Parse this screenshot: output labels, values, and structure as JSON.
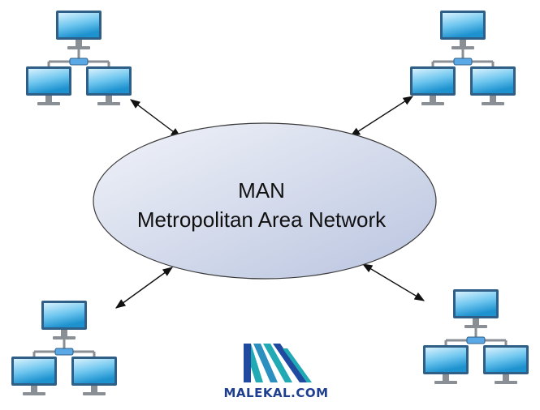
{
  "diagram": {
    "hub": {
      "title": "MAN",
      "subtitle": "Metropolitan Area Network"
    },
    "clusters": [
      {
        "id": "top-left",
        "computers": 3
      },
      {
        "id": "top-right",
        "computers": 3
      },
      {
        "id": "bottom-left",
        "computers": 3
      },
      {
        "id": "bottom-right",
        "computers": 3
      }
    ],
    "connections": [
      "top-left",
      "top-right",
      "bottom-left",
      "bottom-right"
    ],
    "connection_style": "double-headed-arrow"
  },
  "logo": {
    "text": "MALEKAL.COM",
    "icon": "mountain-logo-icon"
  },
  "colors": {
    "hub_fill_start": "#f1f3f9",
    "hub_fill_end": "#b9c4df",
    "hub_stroke": "#3a3a3a",
    "monitor_frame": "#2f5e86",
    "monitor_screen_light": "#bfe6fa",
    "monitor_screen_dark": "#2aa0dc",
    "stand": "#8a8f96",
    "network_line": "#8a8f96",
    "switch": "#5aa9e6",
    "logo_text": "#1e3f8f",
    "logo_teal": "#21a9b4",
    "logo_blue": "#1f4aa0"
  }
}
